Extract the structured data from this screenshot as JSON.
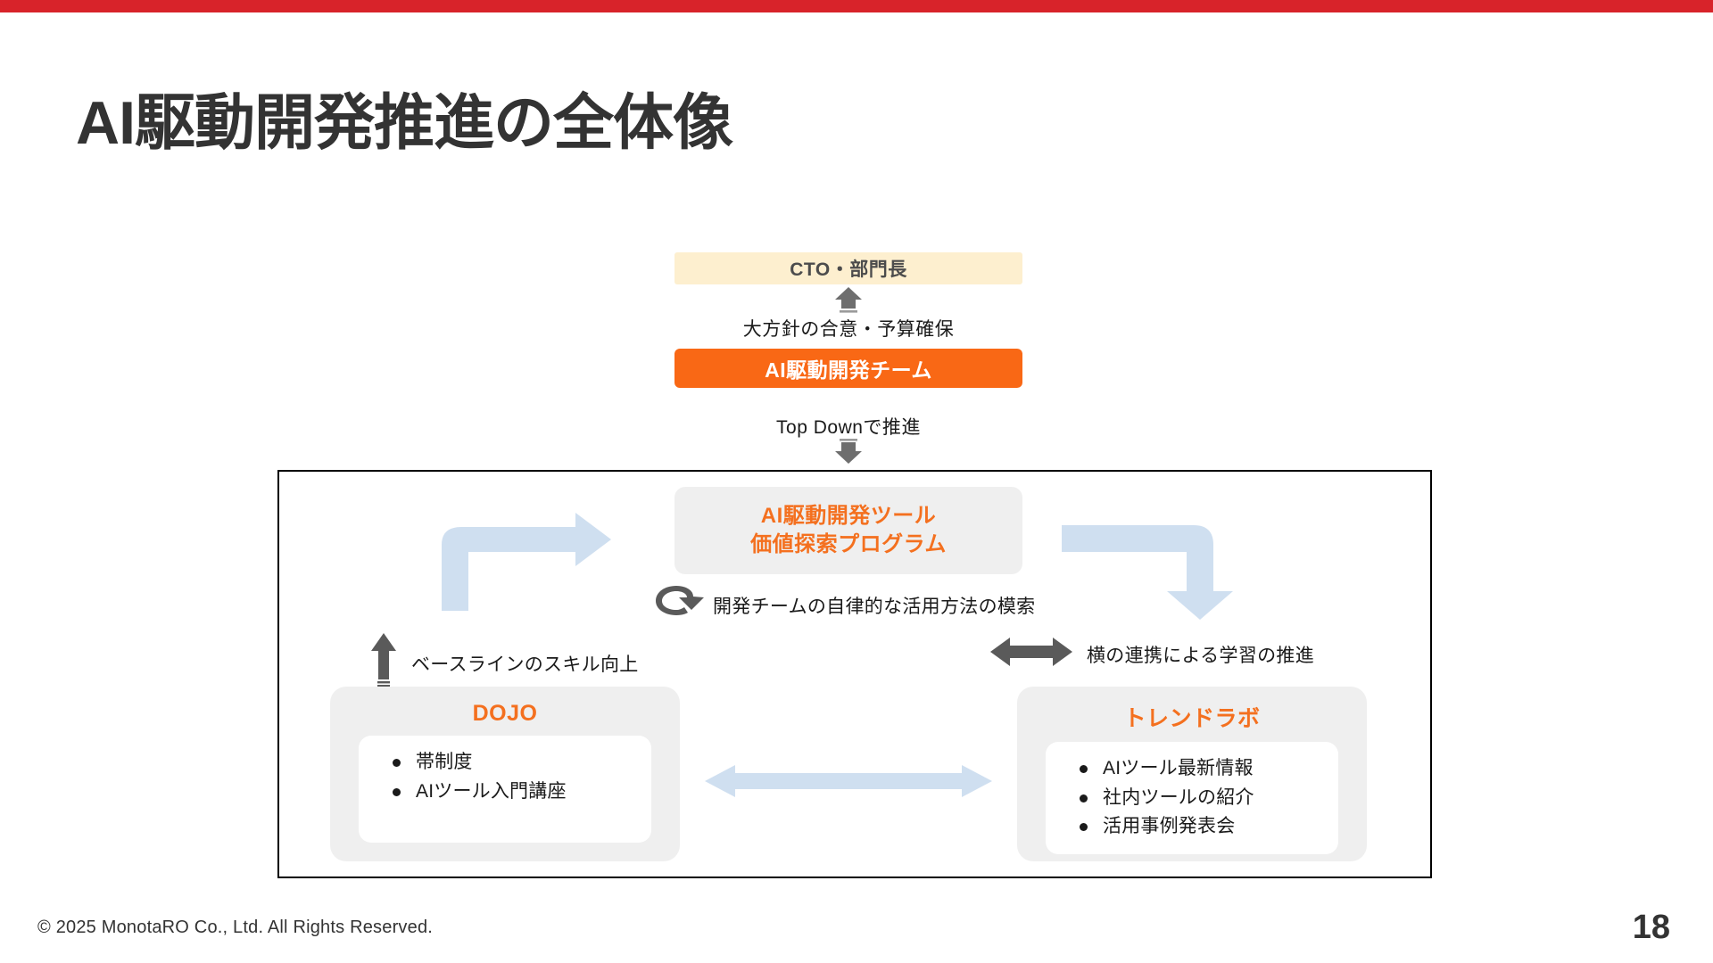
{
  "slide": {
    "title": "AI駆動開発推進の全体像",
    "page_number": "18",
    "copyright": "© 2025 MonotaRO Co., Ltd. All Rights Reserved.",
    "accent_red": "#d8232a",
    "accent_orange": "#f96815",
    "accent_orange_text": "#f4701f",
    "box_cream": "#fdefcf",
    "box_gray": "#efefef",
    "arrow_blue": "#cfdff0",
    "arrow_gray": "#5a5a5a"
  },
  "chain": {
    "cto_box": "CTO・部門長",
    "label_up": "大方針の合意・予算確保",
    "team_box": "AI駆動開発チーム",
    "label_down": "Top Downで推進"
  },
  "program": {
    "line1": "AI駆動開発ツール",
    "line2": "価値探索プログラム"
  },
  "loop": {
    "label": "開発チームの自律的な活用方法の模索"
  },
  "side_labels": {
    "left": "ベースラインのスキル向上",
    "right": "横の連携による学習の推進"
  },
  "cards": [
    {
      "title": "DOJO",
      "items": [
        "帯制度",
        "AIツール入門講座"
      ]
    },
    {
      "title": "トレンドラボ",
      "items": [
        "AIツール最新情報",
        "社内ツールの紹介",
        "活用事例発表会"
      ]
    }
  ]
}
